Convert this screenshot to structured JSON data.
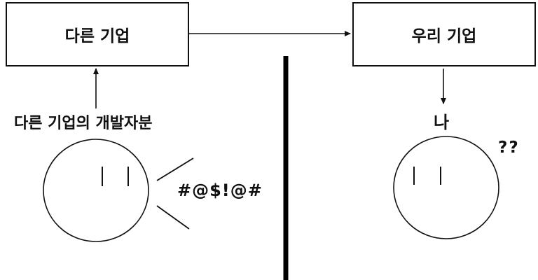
{
  "left_box": {
    "label": "다른 기업"
  },
  "right_box": {
    "label": "우리 기업"
  },
  "left_caption": "다른 기업의 개발자분",
  "left_speech": "#@$!@#",
  "right_caption": "나",
  "right_speech": "??"
}
